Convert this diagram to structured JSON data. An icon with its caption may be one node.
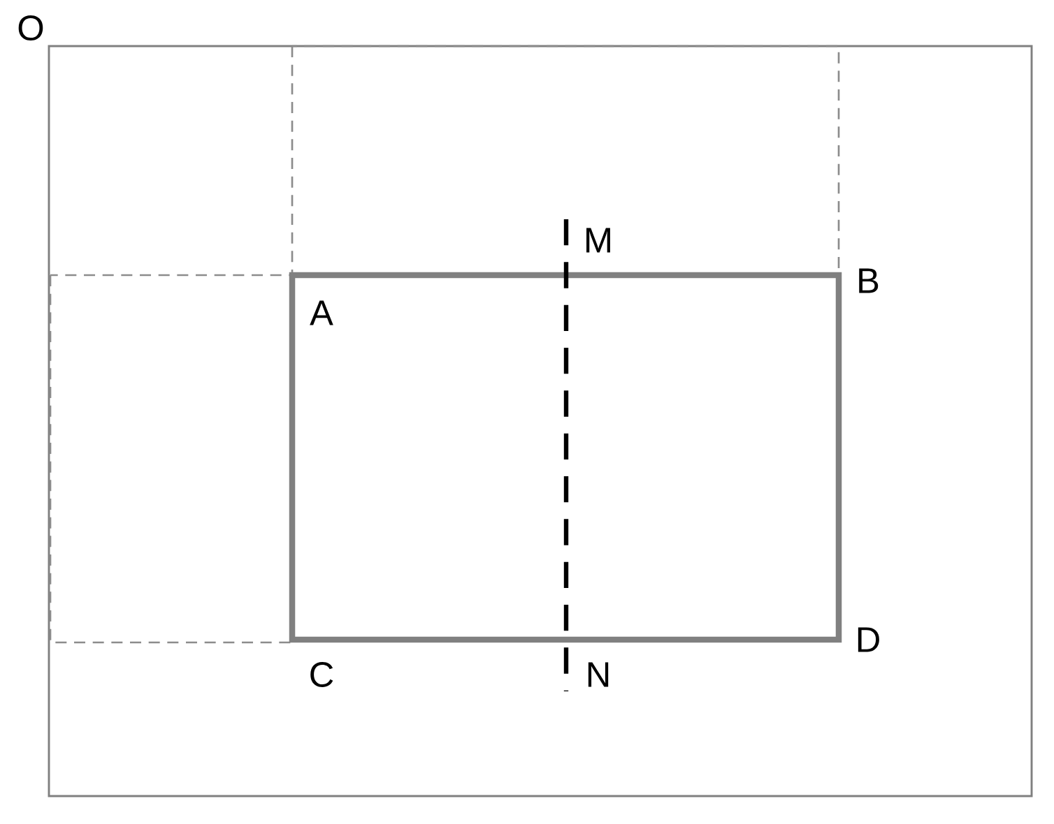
{
  "diagram": {
    "labels": [
      "O",
      "M",
      "B",
      "A",
      "D",
      "C",
      "N"
    ]
  }
}
